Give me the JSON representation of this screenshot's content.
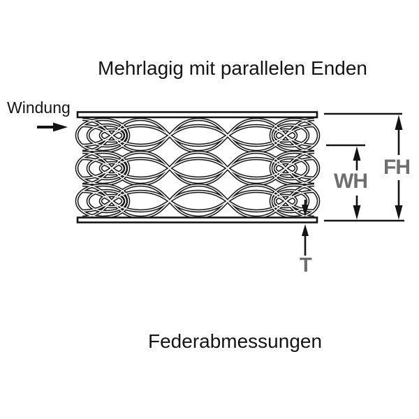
{
  "diagram": {
    "title": "Mehrlagig mit parallelen Enden",
    "caption": "Federabmessungen",
    "coil_label": "Windung",
    "dimensions": {
      "work_height": "WH",
      "free_height": "FH",
      "thickness": "T"
    },
    "colors": {
      "line": "#141414",
      "dimension_label": "#6e6e6e",
      "background": "#ffffff"
    }
  }
}
